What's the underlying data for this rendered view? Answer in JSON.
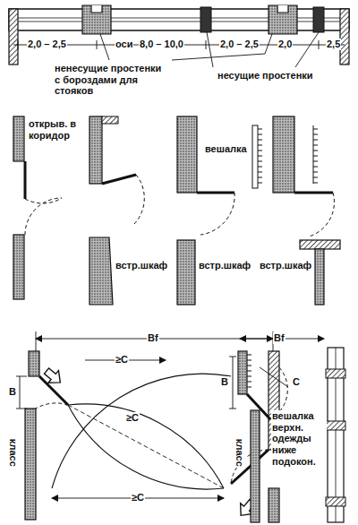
{
  "diagram": {
    "labels": [
      "2,0 – 2,5",
      "оси",
      "8,0 – 10,0",
      "2,0 – 2,5",
      "2,0",
      "2,5",
      "ненесущие простенки с бороздами для стояков",
      "несущие простенки",
      "открыв. в коридор",
      "вешалка",
      "встр.шкаф",
      "встр.шкаф",
      "встр.шкаф",
      "Bf",
      "B",
      "≥C",
      "≥C",
      "≥C",
      "класс",
      "Bf",
      "B",
      "C",
      "класс",
      "вешалка верхн. одежды ниже подокон."
    ]
  }
}
